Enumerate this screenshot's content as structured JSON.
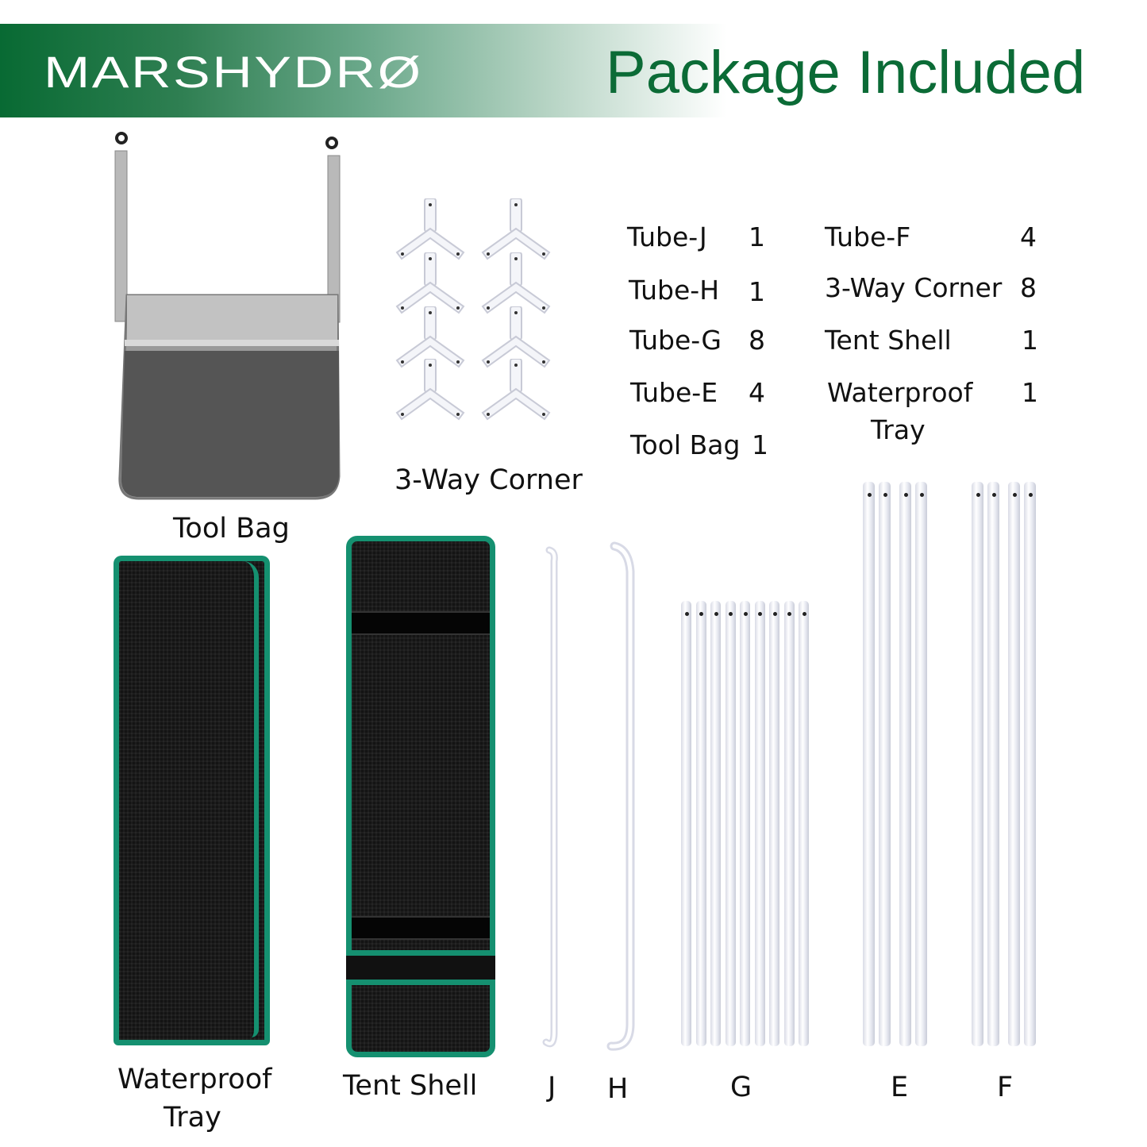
{
  "header": {
    "logo_text": "MARSHYDRØ",
    "title": "Package Included",
    "brand_color": "#0b6b36"
  },
  "contents_table": {
    "left": [
      {
        "name": "Tube-J",
        "qty": "1"
      },
      {
        "name": "Tube-H",
        "qty": "1"
      },
      {
        "name": "Tube-G",
        "qty": "8"
      },
      {
        "name": "Tube-E",
        "qty": "4"
      },
      {
        "name": "Tool Bag",
        "qty": "1"
      }
    ],
    "right": [
      {
        "name": "Tube-F",
        "qty": "4"
      },
      {
        "name": "3-Way Corner",
        "qty": "8"
      },
      {
        "name": "Tent Shell",
        "qty": "1"
      },
      {
        "name": "Waterproof",
        "name2": "Tray",
        "qty": "1"
      }
    ]
  },
  "labels": {
    "tool_bag": "Tool Bag",
    "corner": "3-Way Corner",
    "tray_1": "Waterproof",
    "tray_2": "Tray",
    "tent_shell": "Tent Shell",
    "j": "J",
    "h": "H",
    "g": "G",
    "e": "E",
    "f": "F"
  },
  "colors": {
    "trim": "#159070",
    "fabric": "#141414"
  }
}
